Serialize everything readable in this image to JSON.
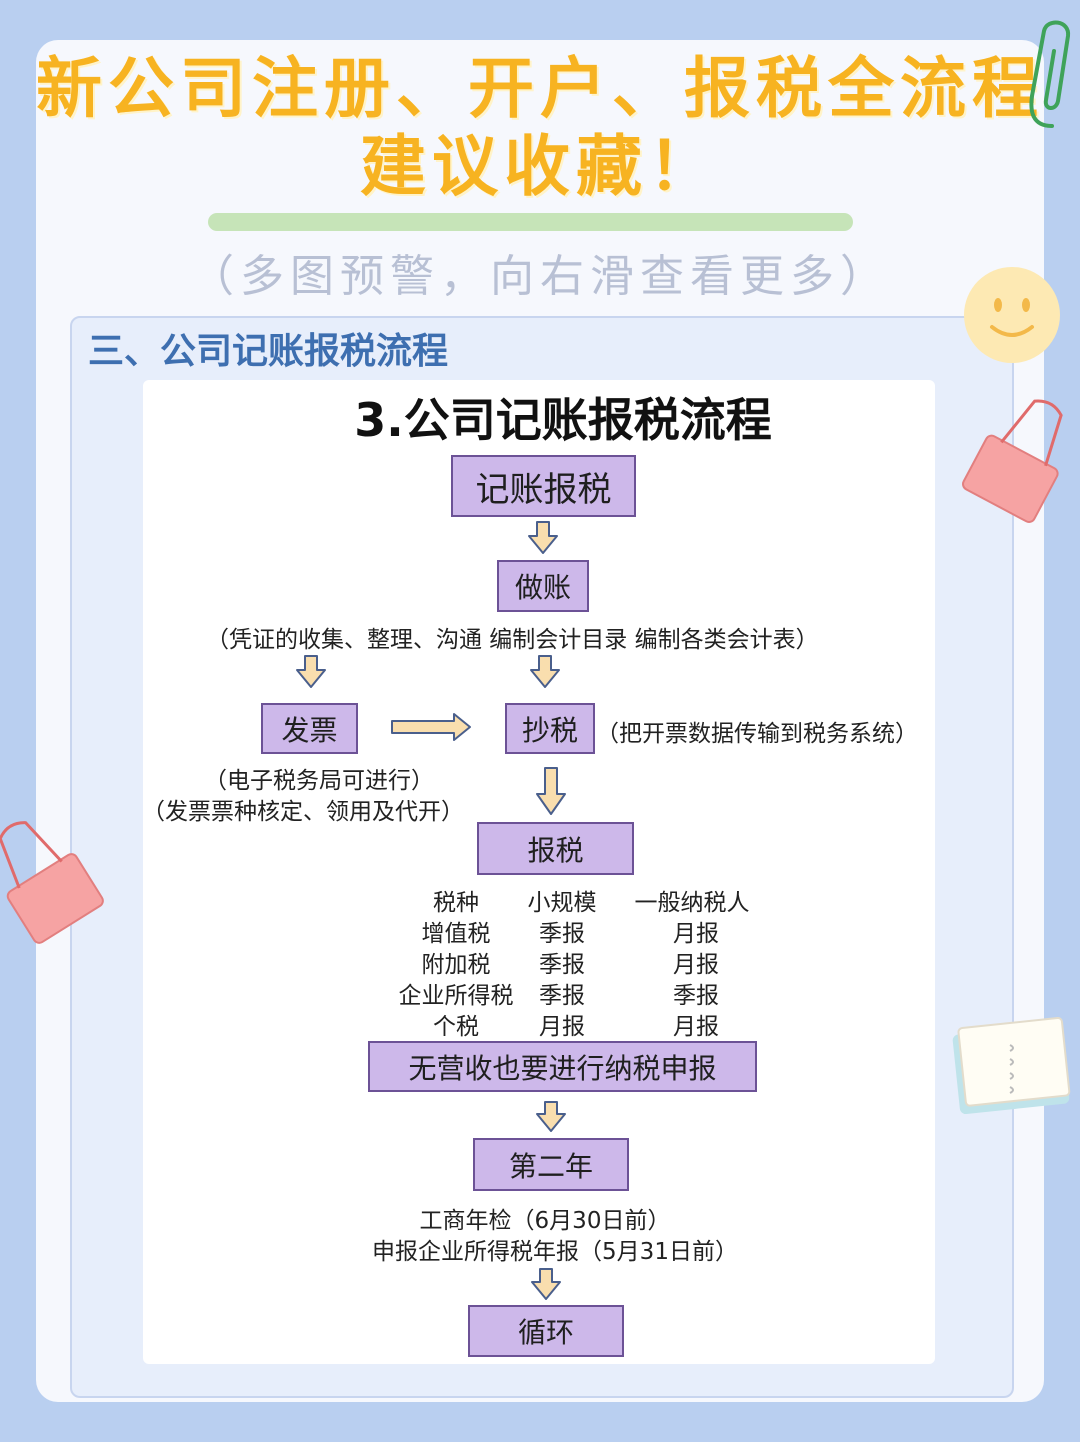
{
  "header": {
    "title_line1": "新公司注册、开户、报税全流程",
    "title_line2": "建议收藏！",
    "subtitle": "（多图预警，向右滑查看更多）"
  },
  "section": {
    "heading": "三、公司记账报税流程"
  },
  "flow": {
    "title": "3.公司记账报税流程",
    "nodes": {
      "bookkeeping_tax": "记账报税",
      "accounting": "做账",
      "invoice": "发票",
      "copy_tax": "抄税",
      "tax_filing": "报税",
      "no_revenue": "无营收也要进行纳税申报",
      "second_year": "第二年",
      "cycle": "循环"
    },
    "notes": {
      "accounting_detail": "（凭证的收集、整理、沟通  编制会计目录  编制各类会计表）",
      "copy_tax_detail": "（把开票数据传输到税务系统）",
      "invoice_detail_1": "（电子税务局可进行）",
      "invoice_detail_2": "（发票票种核定、领用及代开）",
      "annual_1": "工商年检（6月30日前）",
      "annual_2": "申报企业所得税年报（5月31日前）"
    },
    "tax_table": {
      "headers": [
        "税种",
        "小规模",
        "一般纳税人"
      ],
      "rows": [
        [
          "增值税",
          "季报",
          "月报"
        ],
        [
          "附加税",
          "季报",
          "月报"
        ],
        [
          "企业所得税",
          "季报",
          "季报"
        ],
        [
          "个税",
          "月报",
          "月报"
        ]
      ]
    }
  },
  "colors": {
    "background": "#b9cff0",
    "title": "#f7b321",
    "heading": "#3e6fb0",
    "box_fill": "#cdb8ea",
    "box_border": "#6c5296",
    "arrow_fill": "#f9deae",
    "arrow_stroke": "#4a5f8c"
  },
  "decorations": [
    "paperclip-icon",
    "smiley-sticker",
    "binder-clip-icon",
    "notepad-icon"
  ]
}
